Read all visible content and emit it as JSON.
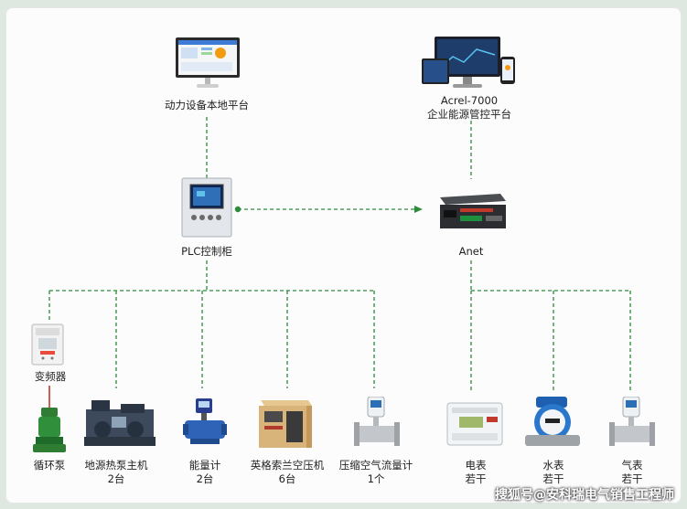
{
  "nodes": {
    "local_platform": "动力设备本地平台",
    "acrel_platform_line1": "Acrel-7000",
    "acrel_platform_line2": "企业能源管控平台",
    "plc": "PLC控制柜",
    "anet": "Anet",
    "vfd": "变频器"
  },
  "devices": [
    {
      "l1": "循环泵",
      "l2": ""
    },
    {
      "l1": "地源热泵主机",
      "l2": "2台"
    },
    {
      "l1": "能量计",
      "l2": "2台"
    },
    {
      "l1": "英格索兰空压机",
      "l2": "6台"
    },
    {
      "l1": "压缩空气流量计",
      "l2": "1个"
    },
    {
      "l1": "电表",
      "l2": "若干"
    },
    {
      "l1": "水表",
      "l2": "若干"
    },
    {
      "l1": "气表",
      "l2": "若干"
    }
  ],
  "watermark": "搜狐号@安科瑞电气销售工程师",
  "colors": {
    "line": "#2e8b3c",
    "red": "#c0392b"
  }
}
